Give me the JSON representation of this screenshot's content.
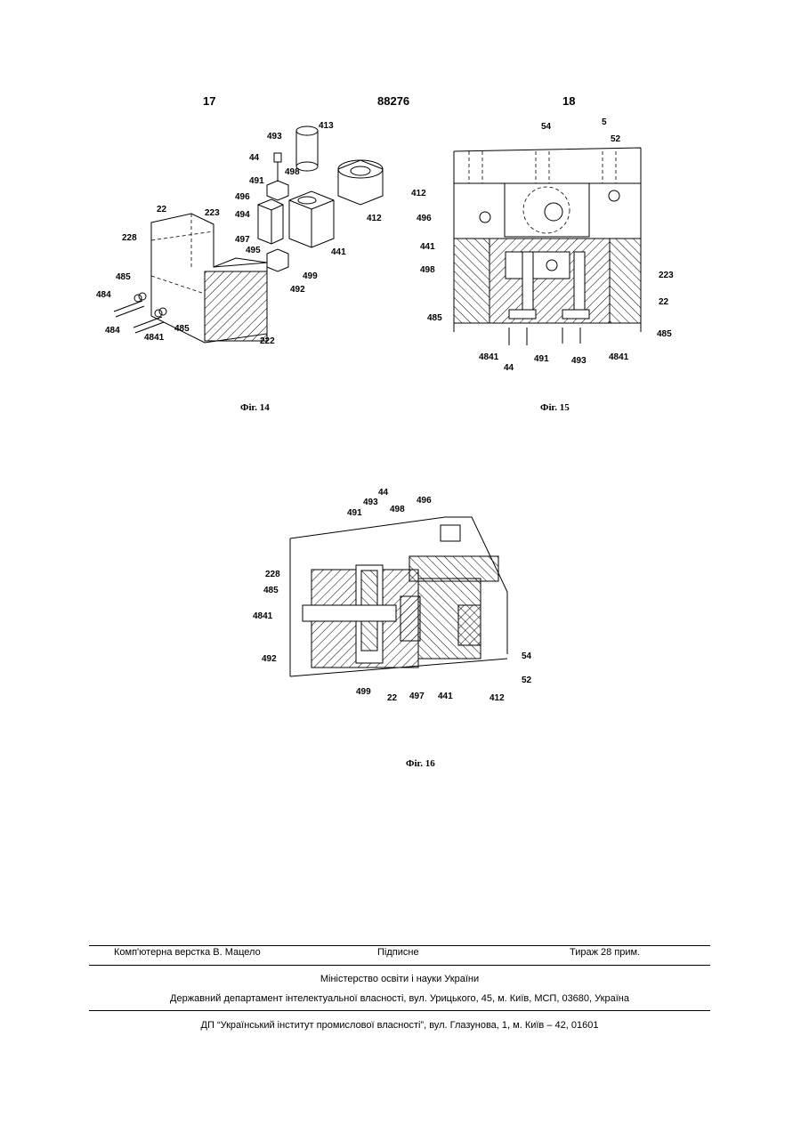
{
  "header": {
    "left_page": "17",
    "patent_number": "88276",
    "right_page": "18"
  },
  "figures": [
    {
      "caption": "Фіг. 14",
      "labels": {
        "l413": "413",
        "l493": "493",
        "l44": "44",
        "l491": "491",
        "l498": "498",
        "l22": "22",
        "l223": "223",
        "l496": "496",
        "l494": "494",
        "l412": "412",
        "l228": "228",
        "l497": "497",
        "l495": "495",
        "l441": "441",
        "l499": "499",
        "l485a": "485",
        "l492": "492",
        "l484a": "484",
        "l484b": "484",
        "l4841": "4841",
        "l485b": "485",
        "l222": "222"
      }
    },
    {
      "caption": "Фіг. 15",
      "labels": {
        "l54": "54",
        "l5": "5",
        "l52": "52",
        "l412": "412",
        "l496": "496",
        "l441": "441",
        "l498": "498",
        "l223": "223",
        "l22": "22",
        "l485a": "485",
        "l485b": "485",
        "l4841a": "4841",
        "l44": "44",
        "l491": "491",
        "l493": "493",
        "l4841b": "4841"
      }
    },
    {
      "caption": "Фіг. 16",
      "labels": {
        "l44": "44",
        "l493": "493",
        "l491": "491",
        "l498": "498",
        "l496": "496",
        "l228": "228",
        "l485": "485",
        "l4841": "4841",
        "l492": "492",
        "l54": "54",
        "l52": "52",
        "l499": "499",
        "l22": "22",
        "l497": "497",
        "l441": "441",
        "l412": "412"
      }
    }
  ],
  "imprint": {
    "typesetting": "Комп'ютерна верстка В. Мацело",
    "signed": "Підписне",
    "circulation": "Тираж 28 прим.",
    "ministry": "Міністерство освіти і науки України",
    "department": "Державний департамент інтелектуальної власності, вул. Урицького, 45, м. Київ, МСП, 03680, Україна",
    "institute": "ДП “Український інститут промислової власності”, вул. Глазунова, 1, м. Київ – 42, 01601"
  }
}
